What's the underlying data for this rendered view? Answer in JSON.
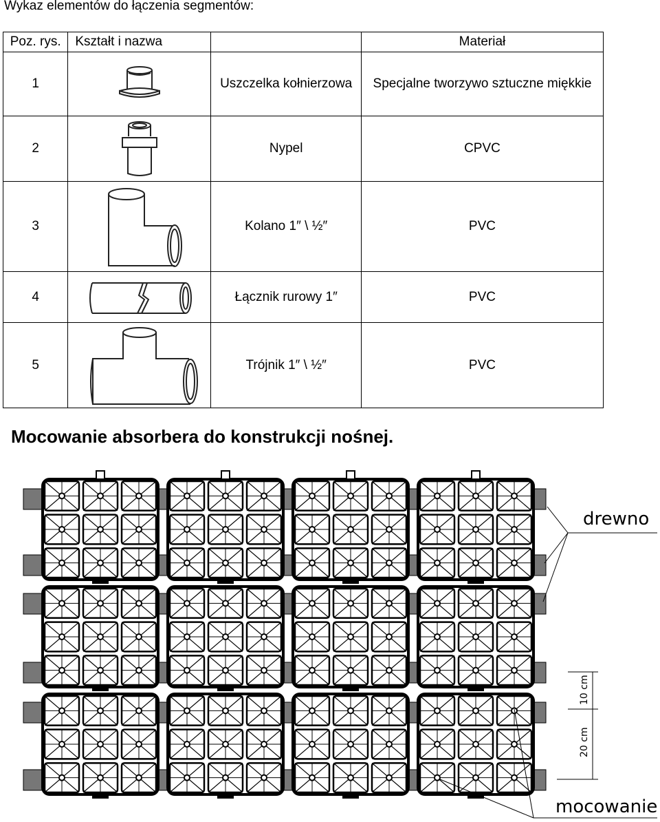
{
  "heading": "Wykaz elementów do łączenia segmentów:",
  "table": {
    "headers": {
      "pos": "Poz. rys.",
      "shape": "Kształt i nazwa",
      "material": "Materiał"
    },
    "rows": [
      {
        "pos": "1",
        "name": "Uszczelka kołnierzowa",
        "material": "Specjalne tworzywo sztuczne miękkie",
        "icon": "flange-gasket-icon"
      },
      {
        "pos": "2",
        "name": "Nypel",
        "material": "CPVC",
        "icon": "nipple-fitting-icon"
      },
      {
        "pos": "3",
        "name": "Kolano 1″ \\ ½″",
        "material": "PVC",
        "icon": "elbow-fitting-icon"
      },
      {
        "pos": "4",
        "name": "Łącznik rurowy 1″",
        "material": "PVC",
        "icon": "pipe-connector-icon"
      },
      {
        "pos": "5",
        "name": "Trójnik 1″ \\ ½″",
        "material": "PVC",
        "icon": "tee-fitting-icon"
      }
    ]
  },
  "section_title": "Mocowanie absorbera do konstrukcji nośnej.",
  "diagram": {
    "label_wood": "drewno",
    "label_mount": "mocowanie",
    "dim_top": "10 cm",
    "dim_bottom": "20 cm",
    "columns": 4,
    "rows": 3
  }
}
